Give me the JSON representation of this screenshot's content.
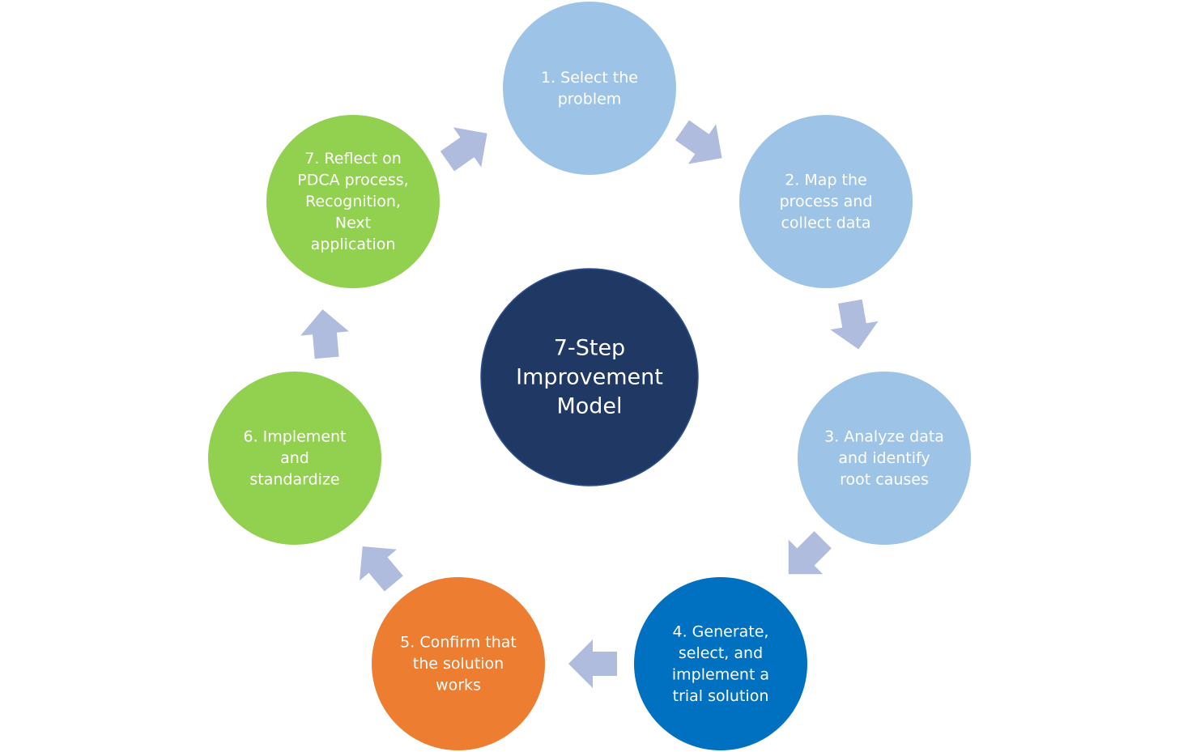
{
  "center": {
    "lines": [
      "7-Step",
      "Improvement",
      "Model"
    ],
    "color": "#203864"
  },
  "steps": [
    {
      "lines": [
        "1. Select the",
        "problem"
      ],
      "color": "#9DC3E6"
    },
    {
      "lines": [
        "2. Map the",
        "process and",
        "collect data"
      ],
      "color": "#9DC3E6"
    },
    {
      "lines": [
        "3. Analyze data",
        "and identify",
        "root causes"
      ],
      "color": "#9DC3E6"
    },
    {
      "lines": [
        "4. Generate,",
        "select, and",
        "implement a",
        "trial solution"
      ],
      "color": "#0070C0"
    },
    {
      "lines": [
        "5. Confirm that",
        "the solution",
        "works"
      ],
      "color": "#ED7D31"
    },
    {
      "lines": [
        "6. Implement",
        "and",
        "standardize"
      ],
      "color": "#92D050"
    },
    {
      "lines": [
        "7. Reflect on",
        "PDCA process,",
        "Recognition,",
        "Next",
        "application"
      ],
      "color": "#92D050"
    }
  ],
  "arrow_color": "#B0BCDE"
}
